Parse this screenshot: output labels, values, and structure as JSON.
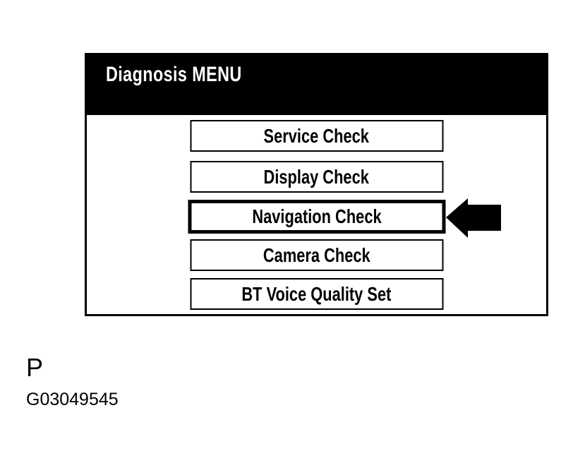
{
  "screen": {
    "title": "Diagnosis MENU",
    "menu_items": [
      {
        "label": "Service Check",
        "selected": false
      },
      {
        "label": "Display Check",
        "selected": false
      },
      {
        "label": "Navigation Check",
        "selected": true
      },
      {
        "label": "Camera Check",
        "selected": false
      },
      {
        "label": "BT Voice Quality Set",
        "selected": false
      }
    ]
  },
  "annotations": {
    "selection_arrow_icon": "arrow-left-icon"
  },
  "footer": {
    "figure_label": "P",
    "figure_id": "G03049545"
  },
  "colors": {
    "background": "#ffffff",
    "header_bg": "#000000",
    "border": "#000000",
    "text_on_dark": "#ffffff",
    "text_on_light": "#000000",
    "arrow_fill": "#000000"
  }
}
